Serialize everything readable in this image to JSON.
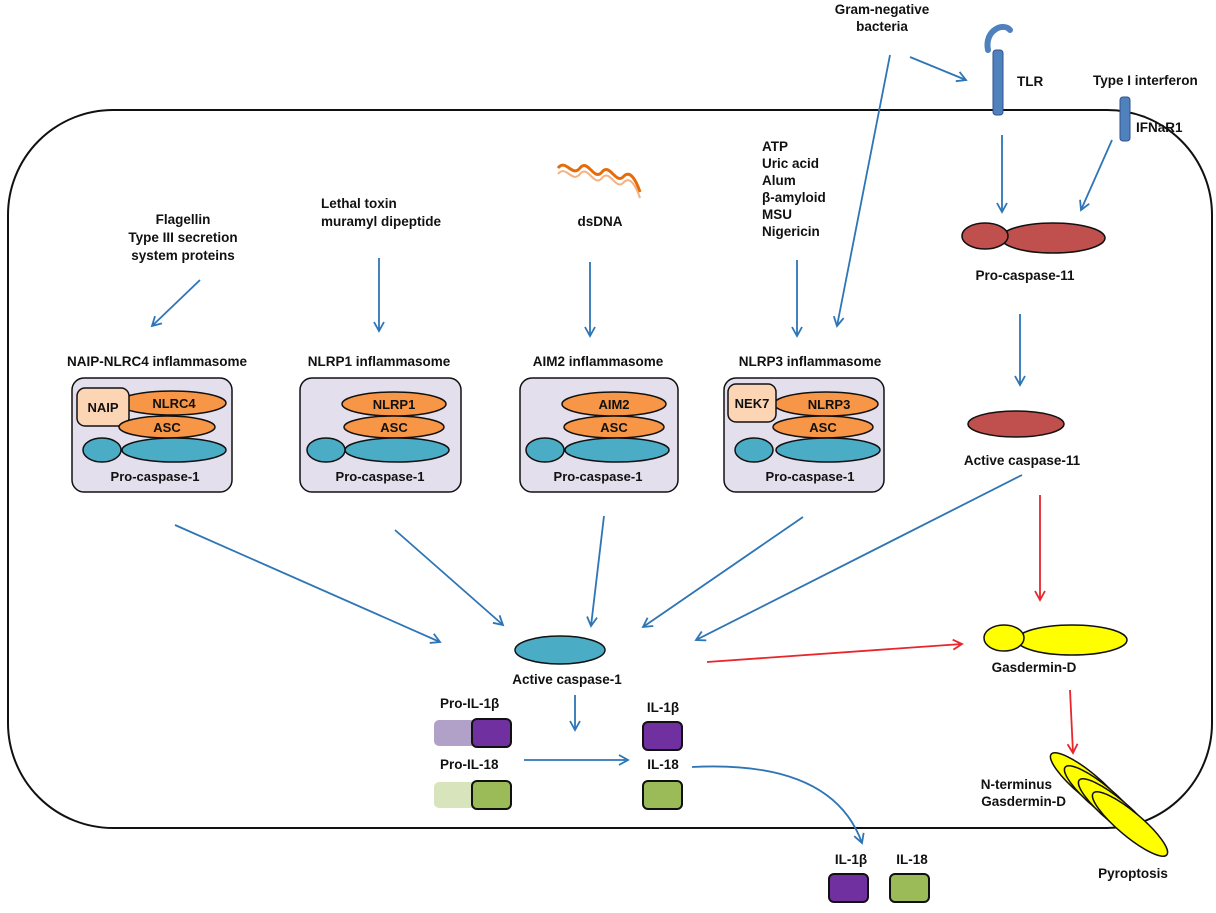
{
  "colors": {
    "blue_arrow": "#2e75b6",
    "red_arrow": "#e8262b",
    "caspase1": "#4bacc6",
    "asc_orange": "#f79646",
    "inflammasome_box": "#e4dfec",
    "caspase11": "#c0504d",
    "gasdermin": "#ffff00",
    "il1b": "#7030a0",
    "il18": "#9bbb59",
    "naip_fill": "#fcd5b4",
    "receptor": "#4f81bd",
    "dsdna": "#e46c0a"
  },
  "extracellular": {
    "gram_negative": [
      "Gram-negative",
      "bacteria"
    ],
    "type1_interferon": "Type I interferon"
  },
  "receptors": {
    "tlr": "TLR",
    "ifnar1": "IFNaR1"
  },
  "stimuli": {
    "naip": [
      "Flagellin",
      "Type III secretion",
      "system proteins"
    ],
    "nlrp1": [
      "Lethal toxin",
      "muramyl dipeptide"
    ],
    "aim2": "dsDNA",
    "nlrp3": [
      "ATP",
      "Uric acid",
      "Alum",
      "β-amyloid",
      "MSU",
      "Nigericin"
    ]
  },
  "inflammasomes": [
    {
      "title": "NAIP-NLRC4 inflammasome",
      "sensor": "NLRC4",
      "adapter": "ASC",
      "extra": "NAIP",
      "procaspase": "Pro-caspase-1"
    },
    {
      "title": "NLRP1 inflammasome",
      "sensor": "NLRP1",
      "adapter": "ASC",
      "procaspase": "Pro-caspase-1"
    },
    {
      "title": "AIM2 inflammasome",
      "sensor": "AIM2",
      "adapter": "ASC",
      "procaspase": "Pro-caspase-1"
    },
    {
      "title": "NLRP3 inflammasome",
      "sensor": "NLRP3",
      "adapter": "ASC",
      "extra": "NEK7",
      "procaspase": "Pro-caspase-1"
    }
  ],
  "noncanonical": {
    "pro_caspase11": "Pro-caspase-11",
    "active_caspase11": "Active caspase-11",
    "gasdermin_d": "Gasdermin-D",
    "n_terminus": [
      "N-terminus",
      "Gasdermin-D"
    ],
    "pyroptosis": "Pyroptosis"
  },
  "cytokines": {
    "active_caspase1": "Active caspase-1",
    "pro_il1b": "Pro-IL-1β",
    "pro_il18": "Pro-IL-18",
    "il1b": "IL-1β",
    "il18": "IL-18",
    "secreted_il1b": "IL-1β",
    "secreted_il18": "IL-18"
  }
}
